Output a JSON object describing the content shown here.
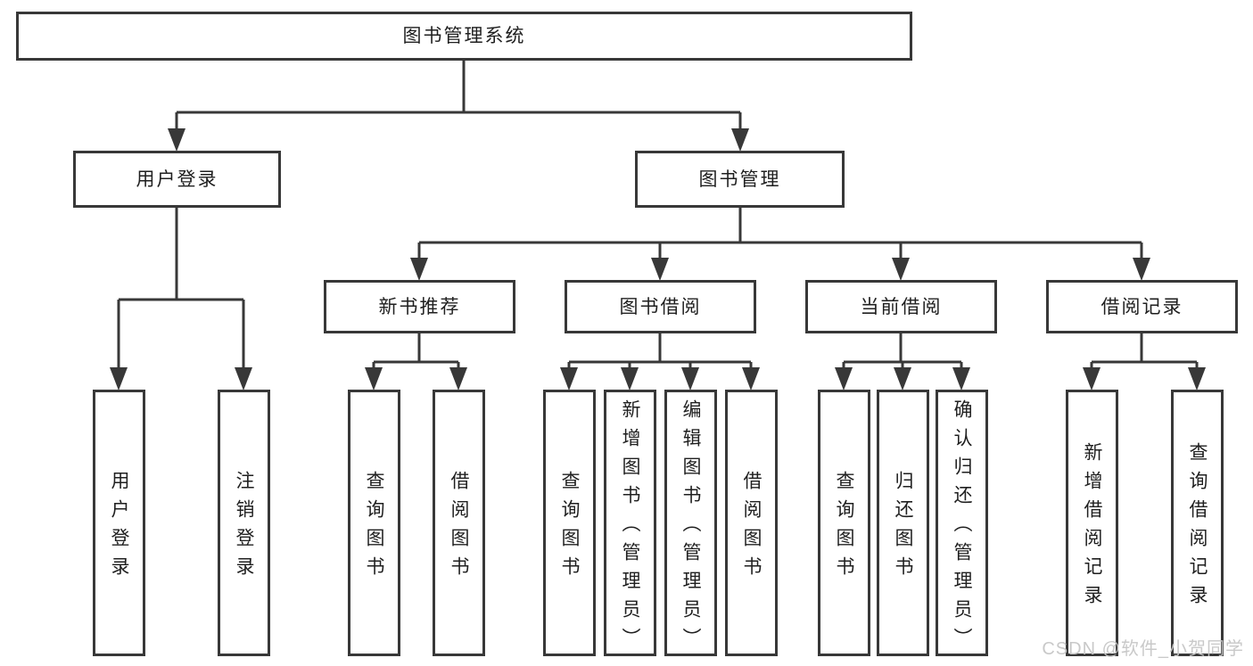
{
  "diagram": {
    "root": {
      "label": "图书管理系统"
    },
    "level2": {
      "user_login": {
        "label": "用户登录"
      },
      "book_management": {
        "label": "图书管理"
      }
    },
    "level3": {
      "new_book_recommend": {
        "label": "新书推荐"
      },
      "book_borrowing": {
        "label": "图书借阅"
      },
      "current_borrowing": {
        "label": "当前借阅"
      },
      "borrowing_records": {
        "label": "借阅记录"
      }
    },
    "leaves": [
      "用户登录",
      "注销登录",
      "查询图书",
      "借阅图书",
      "查询图书",
      "新增图书（管理员）",
      "编辑图书（管理员）",
      "借阅图书",
      "查询图书",
      "归还图书",
      "确认归还（管理员）",
      "新增借阅记录",
      "查询借阅记录"
    ]
  },
  "watermark": "CSDN @软件_小贺同学",
  "colors": {
    "line": "#383838",
    "box_border": "#383838",
    "text": "#1f1f1f",
    "watermark": "#c6c6c6",
    "background": "#ffffff"
  }
}
